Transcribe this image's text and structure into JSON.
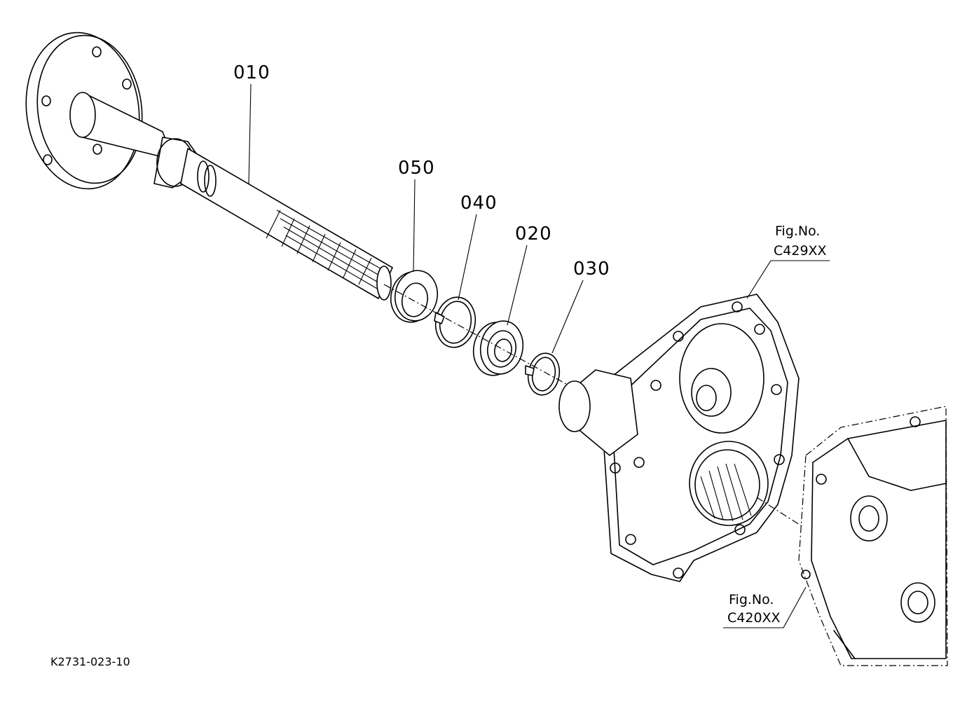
{
  "diagram": {
    "parts": [
      {
        "number": "010"
      },
      {
        "number": "050"
      },
      {
        "number": "040"
      },
      {
        "number": "020"
      },
      {
        "number": "030"
      }
    ],
    "figure_refs": [
      {
        "label": "Fig.No.",
        "code": "C429XX"
      },
      {
        "label": "Fig.No.",
        "code": "C420XX"
      }
    ],
    "drawing_code": "K2731-023-10"
  }
}
